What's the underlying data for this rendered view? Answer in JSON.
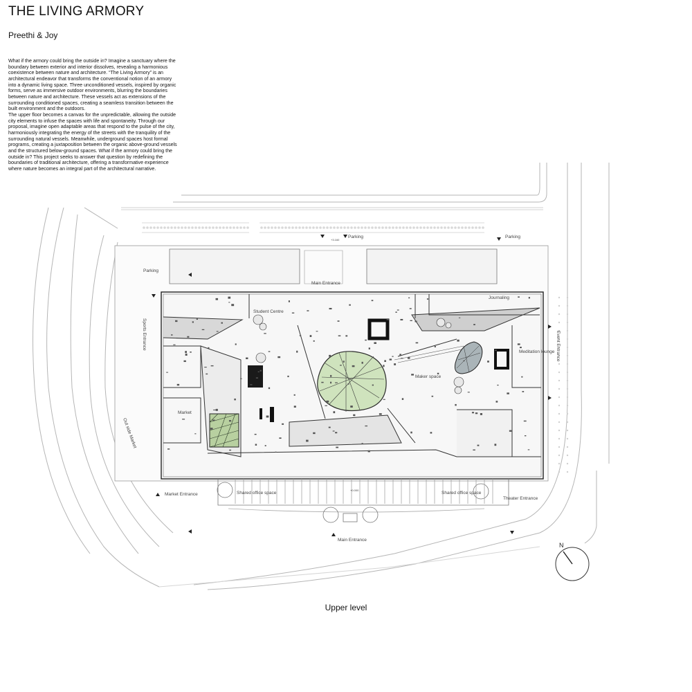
{
  "title": "THE LIVING ARMORY",
  "authors": "Preethi & Joy",
  "description": [
    "What if the armory could bring the outside in? Imagine a sanctuary where the boundary between exterior and interior dissolves, revealing a harmonious coexistence between nature and architecture. “The Living Armory” is an architectural endeavor that transforms the conventional notion of an armory into a dynamic living space. Three unconditioned vessels, inspired by organic forms, serve as immersive outdoor environments, blurring the boundaries between nature and architecture. These vessels act as extensions of the surrounding conditioned spaces, creating a seamless transition between the built environment and the outdoors.",
    "The upper floor becomes a canvas for the unpredictable, allowing the outside city elements to infuse the spaces with life and spontaneity. Through our proposal, imagine open adaptable areas that respond to the pulse of the city, harmoniously integrating the energy of the streets with the tranquility of the surrounding natural vessels. Meanwhile, underground spaces host formal programs, creating a juxtaposition between the organic above-ground vessels and the structured below-ground spaces. What if the armory could bring the outside in? This project seeks to answer that question by redefining the boundaries of traditional architecture, offering a transformative experience where nature becomes an integral part of the architectural narrative."
  ],
  "plan": {
    "labels": {
      "parking_left": "Parking",
      "parking_top": "Parking",
      "parking_right": "Parking",
      "level_mark": "+3.160",
      "main_entrance_top": "Main Entrance",
      "student_center": "Student Centre",
      "sports_entrance": "Sports Entrance",
      "journaling": "Journaling",
      "event_entrance": "Event Entrance",
      "meditation_lounge": "Meditation lounge",
      "maker_space": "Maker space",
      "market": "Market",
      "out_side_market": "Out side Market",
      "market_entrance": "Market Entrance",
      "shared_office_left": "Shared office space",
      "shared_office_right": "Shared office space",
      "level_mark_bottom": "+0.000",
      "main_entrance_bottom": "Main Entrance",
      "theater_entrance": "Theater Entrance",
      "north": "N"
    }
  },
  "caption": "Upper level"
}
